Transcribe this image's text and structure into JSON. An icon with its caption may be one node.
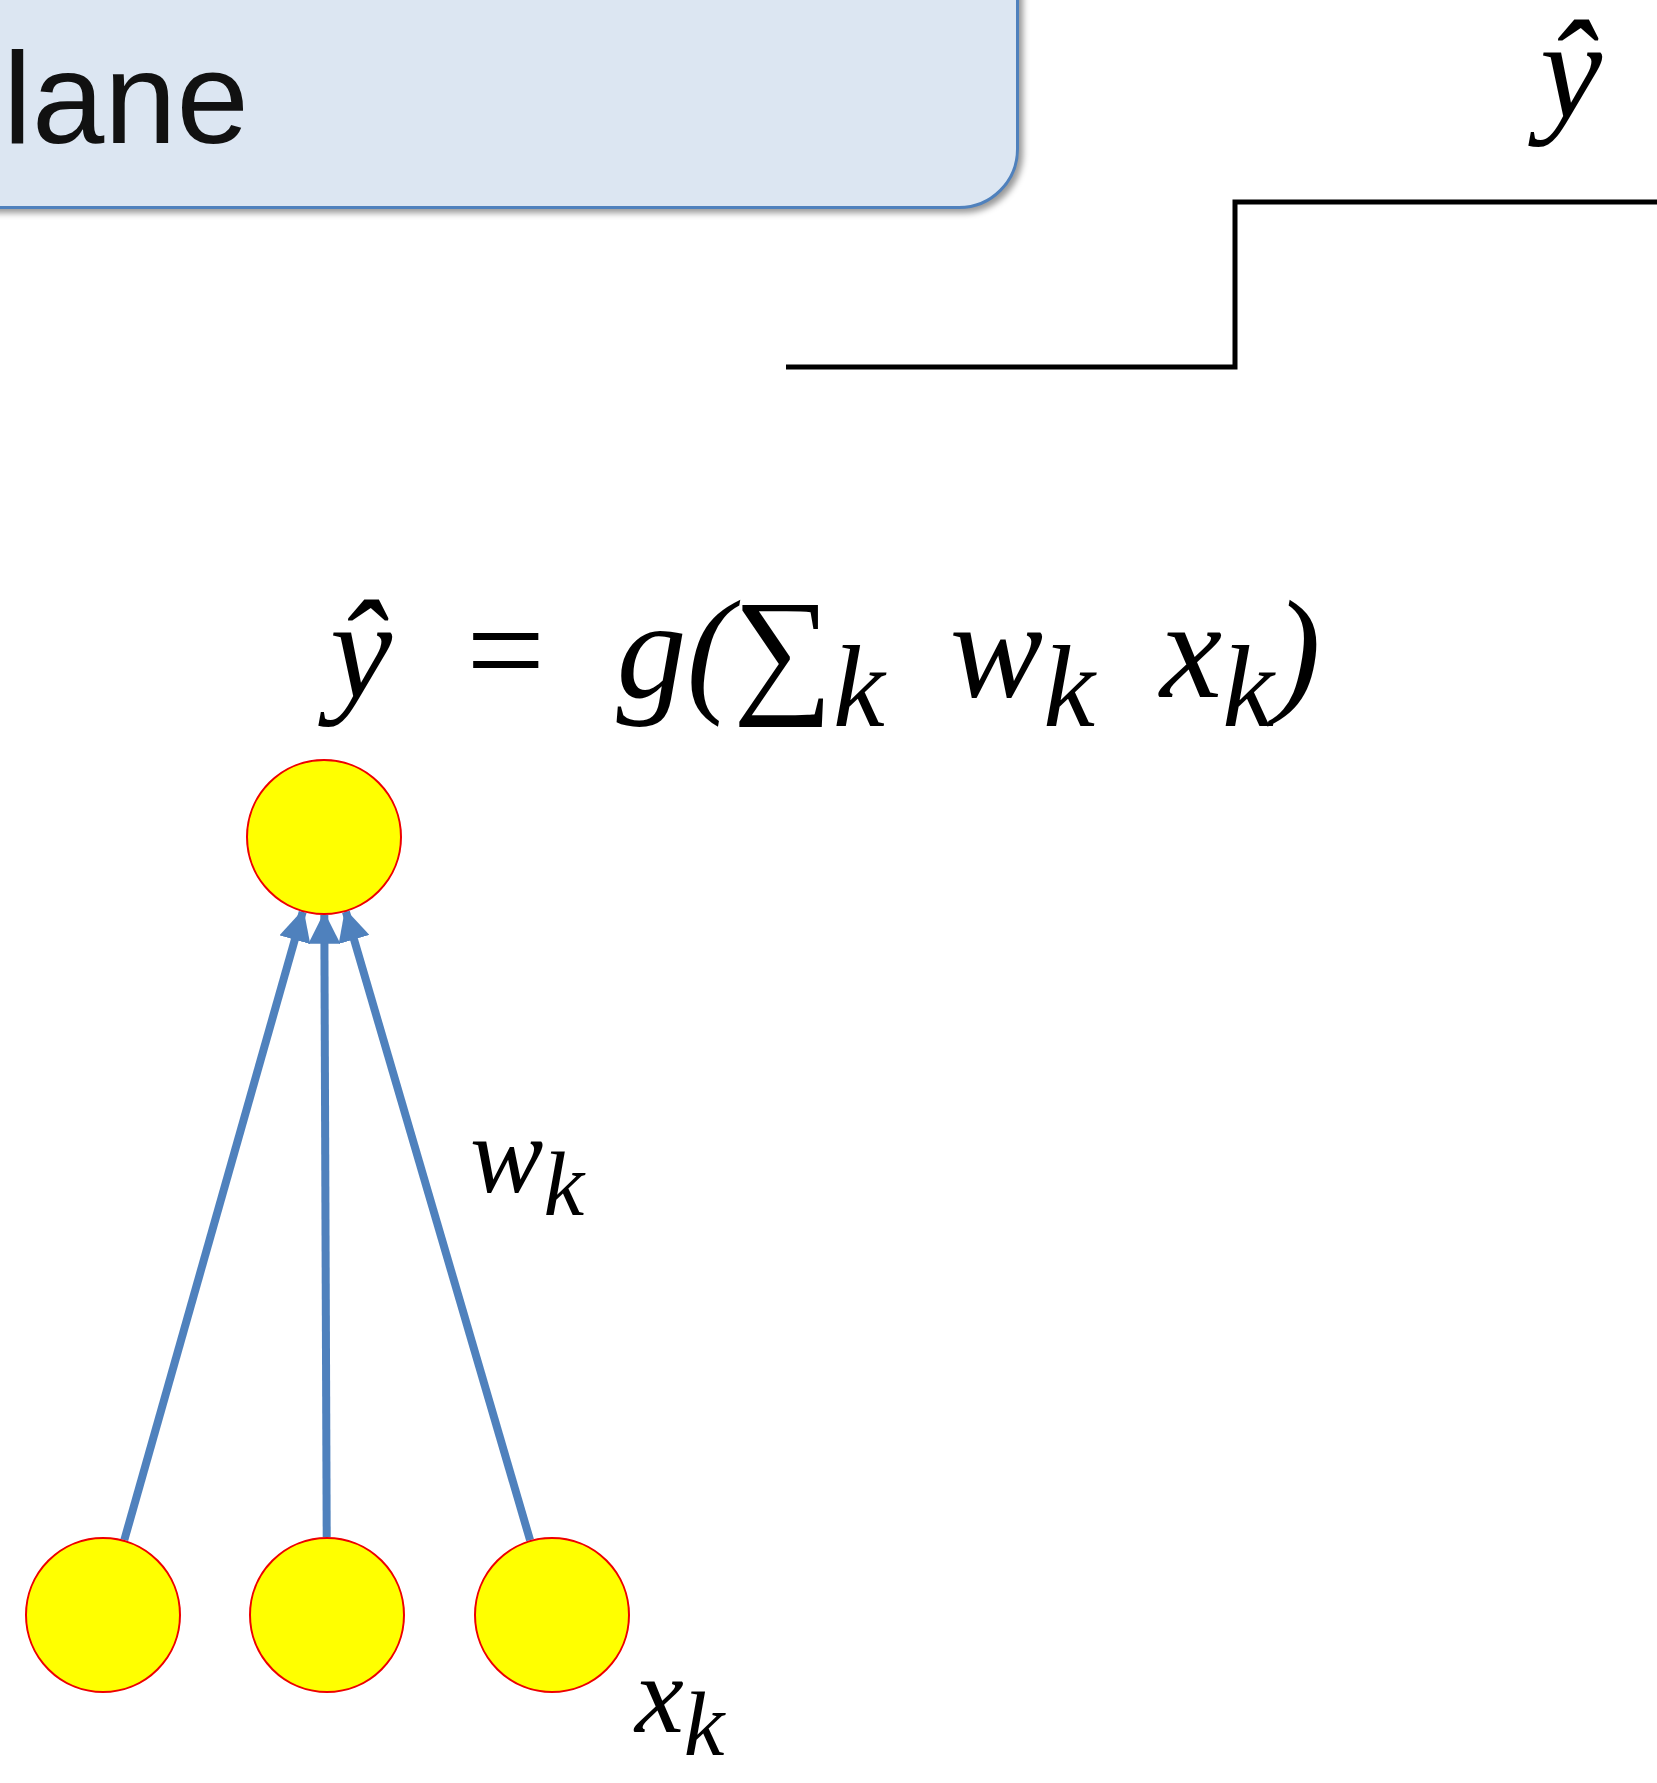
{
  "diagram": {
    "nodes": [
      {
        "text": [
          "lane"
        ]
      },
      {
        "text": [],
        "shape": "circle"
      },
      {
        "text": [],
        "shape": "circle"
      },
      {
        "text": [],
        "shape": "circle"
      },
      {
        "text": [],
        "shape": "circle",
        "beside": [
          "x$_{k}$"
        ]
      }
    ],
    "edges": [
      {
        "from": 2,
        "to": 1,
        "arrow": "to"
      },
      {
        "from": 3,
        "to": 1,
        "arrow": "to"
      },
      {
        "from": 4,
        "to": 1,
        "arrow": "to",
        "label": "w$_{k}$"
      }
    ],
    "labels": [
      "ŷ",
      "ŷ = g(∑$_{k}$ w$_{k}$ x$_{k}$)"
    ]
  }
}
